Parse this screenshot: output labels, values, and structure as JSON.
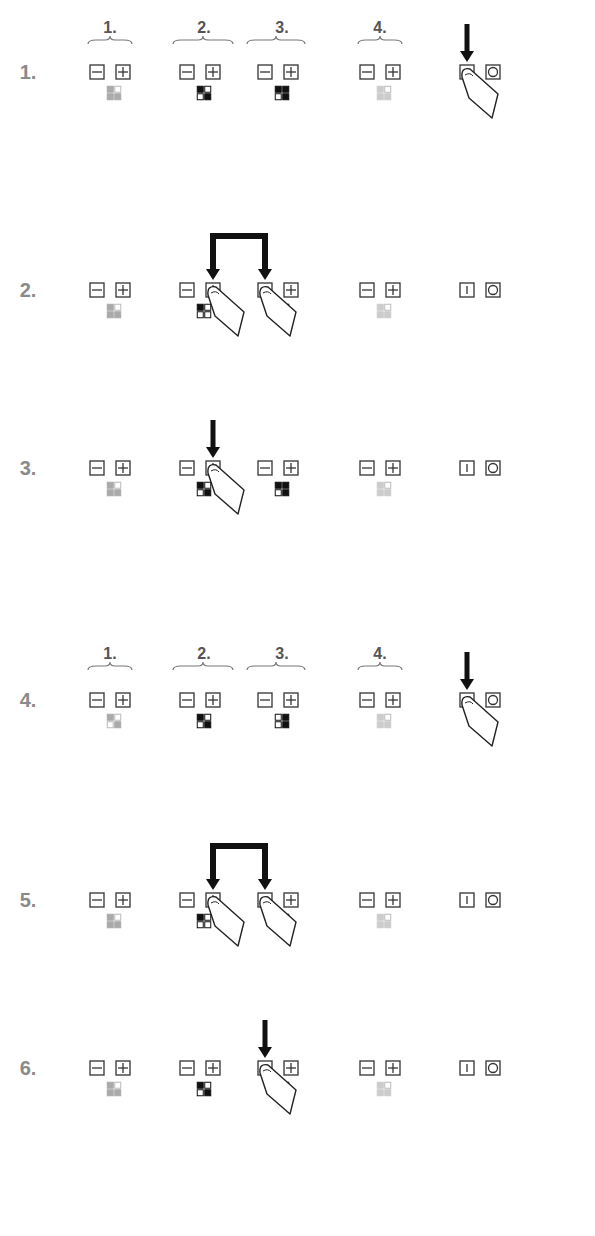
{
  "diagram": {
    "labels": [
      "1.",
      "2.",
      "3.",
      "4.",
      "1.",
      "2.",
      "3.",
      "1.",
      "2.",
      "3.",
      "4.",
      "4.",
      "5.",
      "6."
    ]
  }
}
